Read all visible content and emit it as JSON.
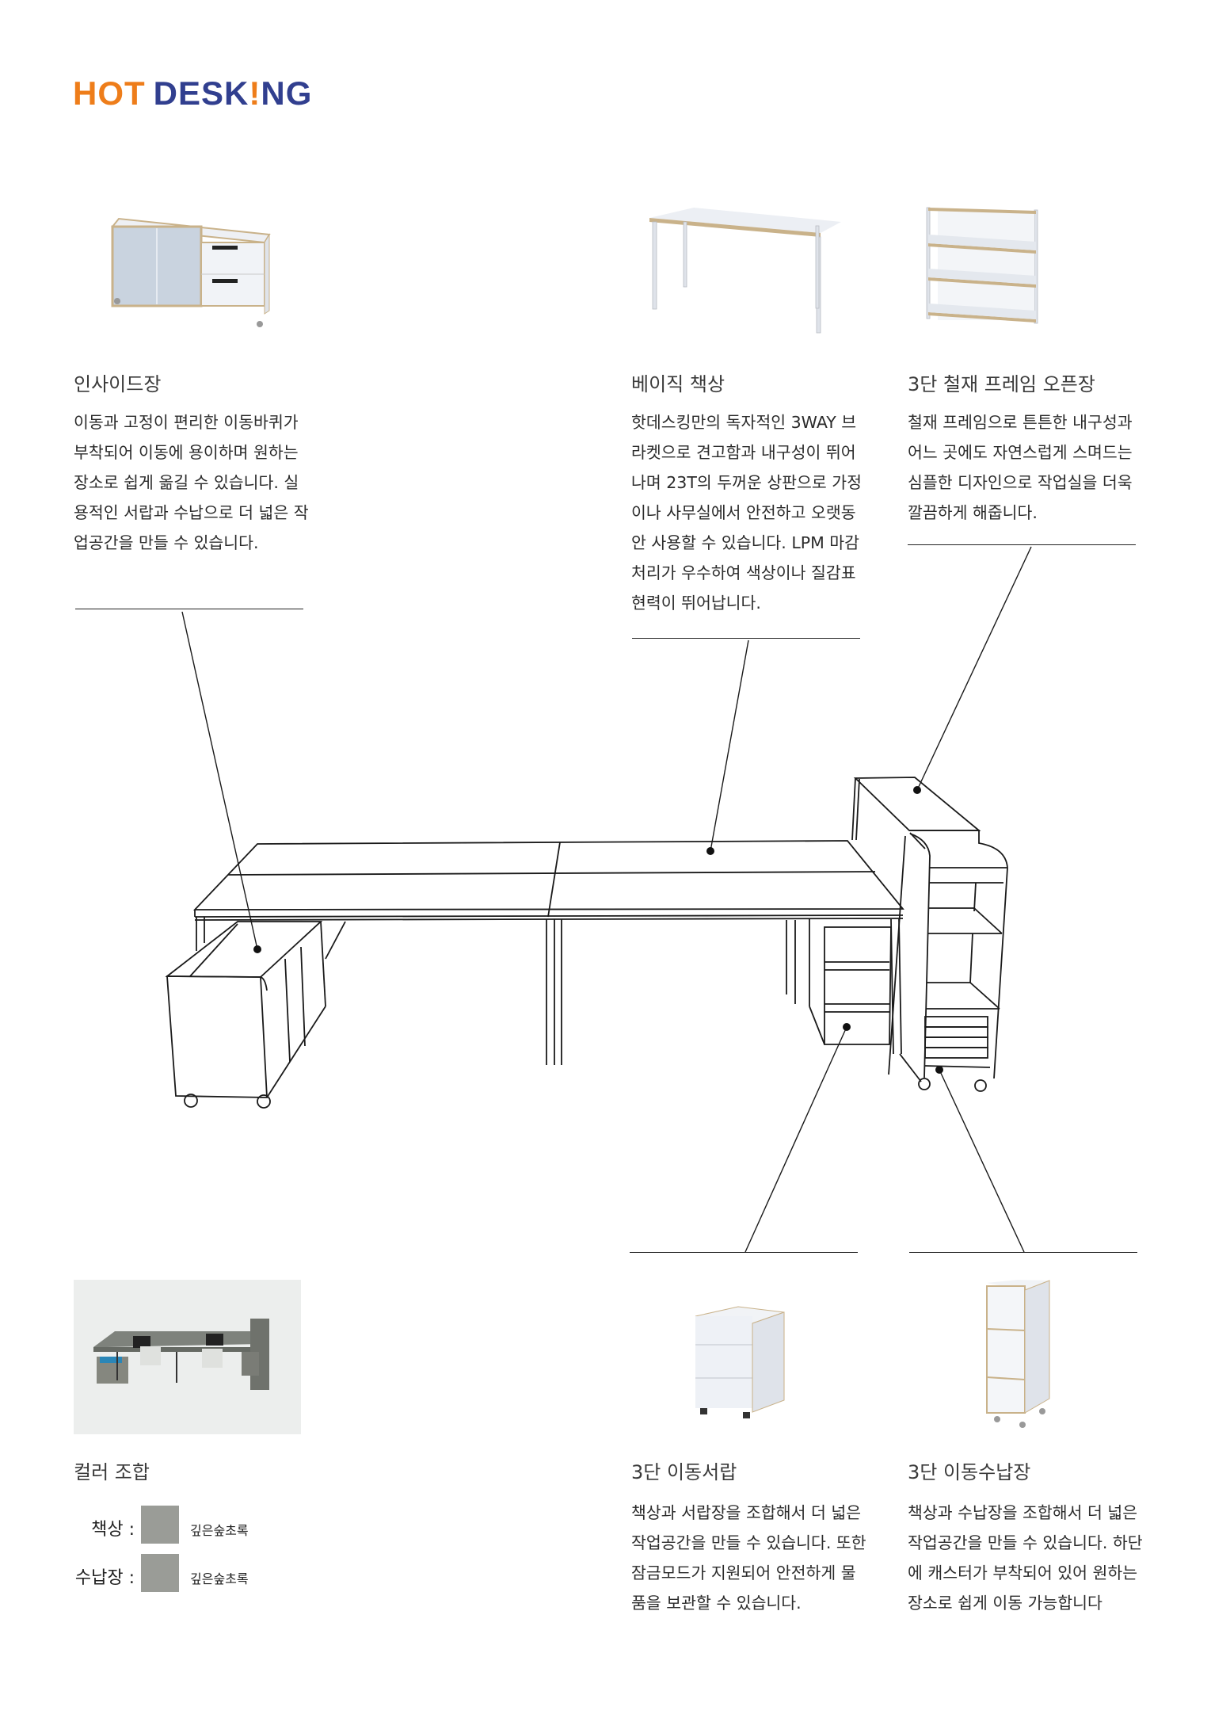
{
  "brand": {
    "logo_left": "HOT",
    "logo_right_a": "DESK",
    "logo_bang": "!",
    "logo_right_b": "NG",
    "colors": {
      "orange": "#ee7d1a",
      "navy": "#313f8f"
    }
  },
  "products": [
    {
      "id": "inside-cabinet",
      "title": "인사이드장",
      "description": "이동과 고정이 편리한 이동바퀴가 부착되어 이동에 용이하며 원하는 장소로 쉽게 옮길 수 있습니다. 실용적인 서랍과 수납으로 더 넓은 작업공간을 만들 수 있습니다.",
      "image": "sliding-door-cabinet-with-drawers"
    },
    {
      "id": "basic-desk",
      "title": "베이직 책상",
      "description": "핫데스킹만의 독자적인 3WAY 브라켓으로 견고함과 내구성이 뛰어나며 23T의 두꺼운 상판으로 가정이나 사무실에서 안전하고 오랫동안 사용할 수 있습니다. LPM 마감처리가 우수하여 색상이나 질감표현력이 뛰어납니다.",
      "image": "white-desk"
    },
    {
      "id": "steel-open-shelf",
      "title": "3단 철재 프레임 오픈장",
      "description": "철재 프레임으로 튼튼한 내구성과 어느 곳에도 자연스럽게 스며드는 심플한 디자인으로 작업실을 더욱 깔끔하게 해줍니다.",
      "image": "3-tier-steel-shelf"
    },
    {
      "id": "mobile-drawer",
      "title": "3단 이동서랍",
      "description": "책상과 서랍장을 조합해서 더 넓은 작업공간을 만들 수 있습니다. 또한 잠금모드가 지원되어 안전하게 물품을 보관할 수 있습니다.",
      "image": "3-drawer-pedestal"
    },
    {
      "id": "mobile-storage",
      "title": "3단 이동수납장",
      "description": "책상과 수납장을 조합해서 더 넓은 작업공간을 만들 수 있습니다. 하단에 캐스터가 부착되어 있어 원하는 장소로 쉽게 이동 가능합니다",
      "image": "3-tier-mobile-storage"
    }
  ],
  "color_combo": {
    "title": "컬러 조합",
    "photo": "office-workstation-photo",
    "items": [
      {
        "label": "책상 :",
        "swatch": "#9a9c97",
        "name": "깊은숲초록"
      },
      {
        "label": "수납장 :",
        "swatch": "#9a9c97",
        "name": "깊은숲초록"
      }
    ]
  }
}
